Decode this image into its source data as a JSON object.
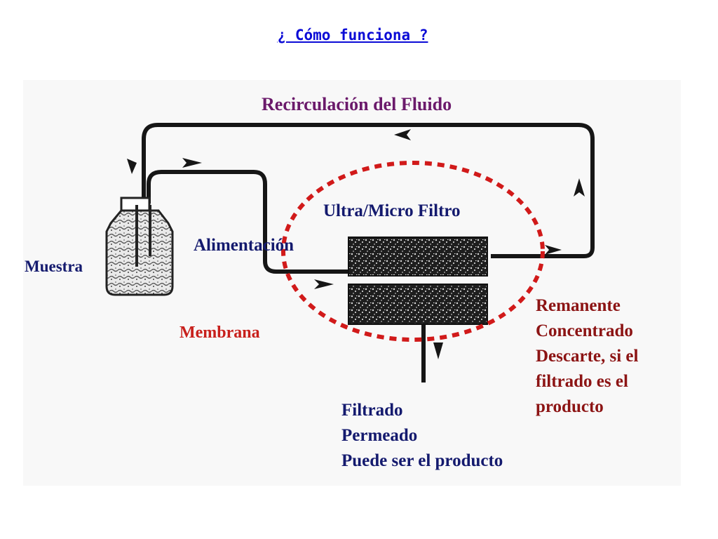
{
  "title": "¿ Cómo funciona ?",
  "labels": {
    "recirculation": "Recirculación del Fluido",
    "filter": "Ultra/Micro Filtro",
    "feed": "Alimentación",
    "sample": "Muestra",
    "membrane": "Membrana",
    "retentate": [
      "Remanente",
      "Concentrado",
      "Descarte, si el",
      "filtrado es el",
      "producto"
    ],
    "filtrate": [
      "Filtrado",
      "Permeado",
      "Puede ser el producto"
    ]
  },
  "colors": {
    "title": "#0b0bd6",
    "recirculation": "#6b1a6b",
    "navy": "#141a6e",
    "red": "#c8201c",
    "retentate": "#8c1414",
    "highlight": "#d11a1a"
  }
}
